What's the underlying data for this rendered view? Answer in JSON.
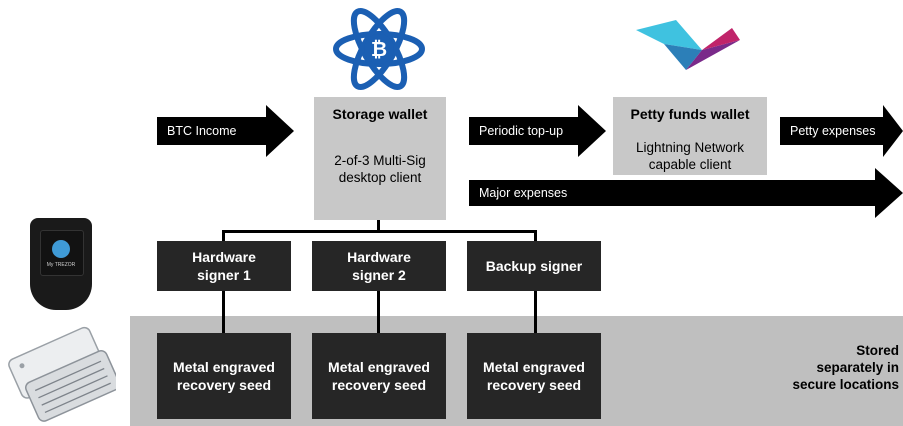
{
  "logos": {
    "electrum": {
      "icon": "bitcoin-electrum-logo",
      "color": "#1b5fb3",
      "glyph": "₿"
    },
    "lightning": {
      "icon": "lightning-network-logo",
      "colors": [
        "#3fc2e0",
        "#7a2a8a",
        "#c0246a"
      ]
    }
  },
  "nodes": {
    "storage_wallet": {
      "title": "Storage wallet",
      "line1": "2-of-3 Multi-Sig",
      "line2": "desktop client"
    },
    "petty_wallet": {
      "title": "Petty funds wallet",
      "line1": "Lightning Network",
      "line2": "capable client"
    },
    "hw_signer_1": {
      "line1": "Hardware",
      "line2": "signer 1"
    },
    "hw_signer_2": {
      "line1": "Hardware",
      "line2": "signer 2"
    },
    "backup_signer": {
      "line1": "Backup signer"
    },
    "seed_1": {
      "line1": "Metal engraved",
      "line2": "recovery seed"
    },
    "seed_2": {
      "line1": "Metal engraved",
      "line2": "recovery seed"
    },
    "seed_3": {
      "line1": "Metal engraved",
      "line2": "recovery seed"
    }
  },
  "arrows": {
    "btc_income": "BTC Income",
    "periodic_topup": "Periodic top-up",
    "petty_expenses": "Petty expenses",
    "major_expenses": "Major expenses"
  },
  "stored": {
    "line1": "Stored",
    "line2": "separately in",
    "line3": "secure locations"
  },
  "devices": {
    "trezor_label": "My TREZOR"
  },
  "colors": {
    "dark_box": "#262626",
    "light_box": "#c8c8c8",
    "band": "#bfbfbf",
    "arrow": "#000000"
  }
}
